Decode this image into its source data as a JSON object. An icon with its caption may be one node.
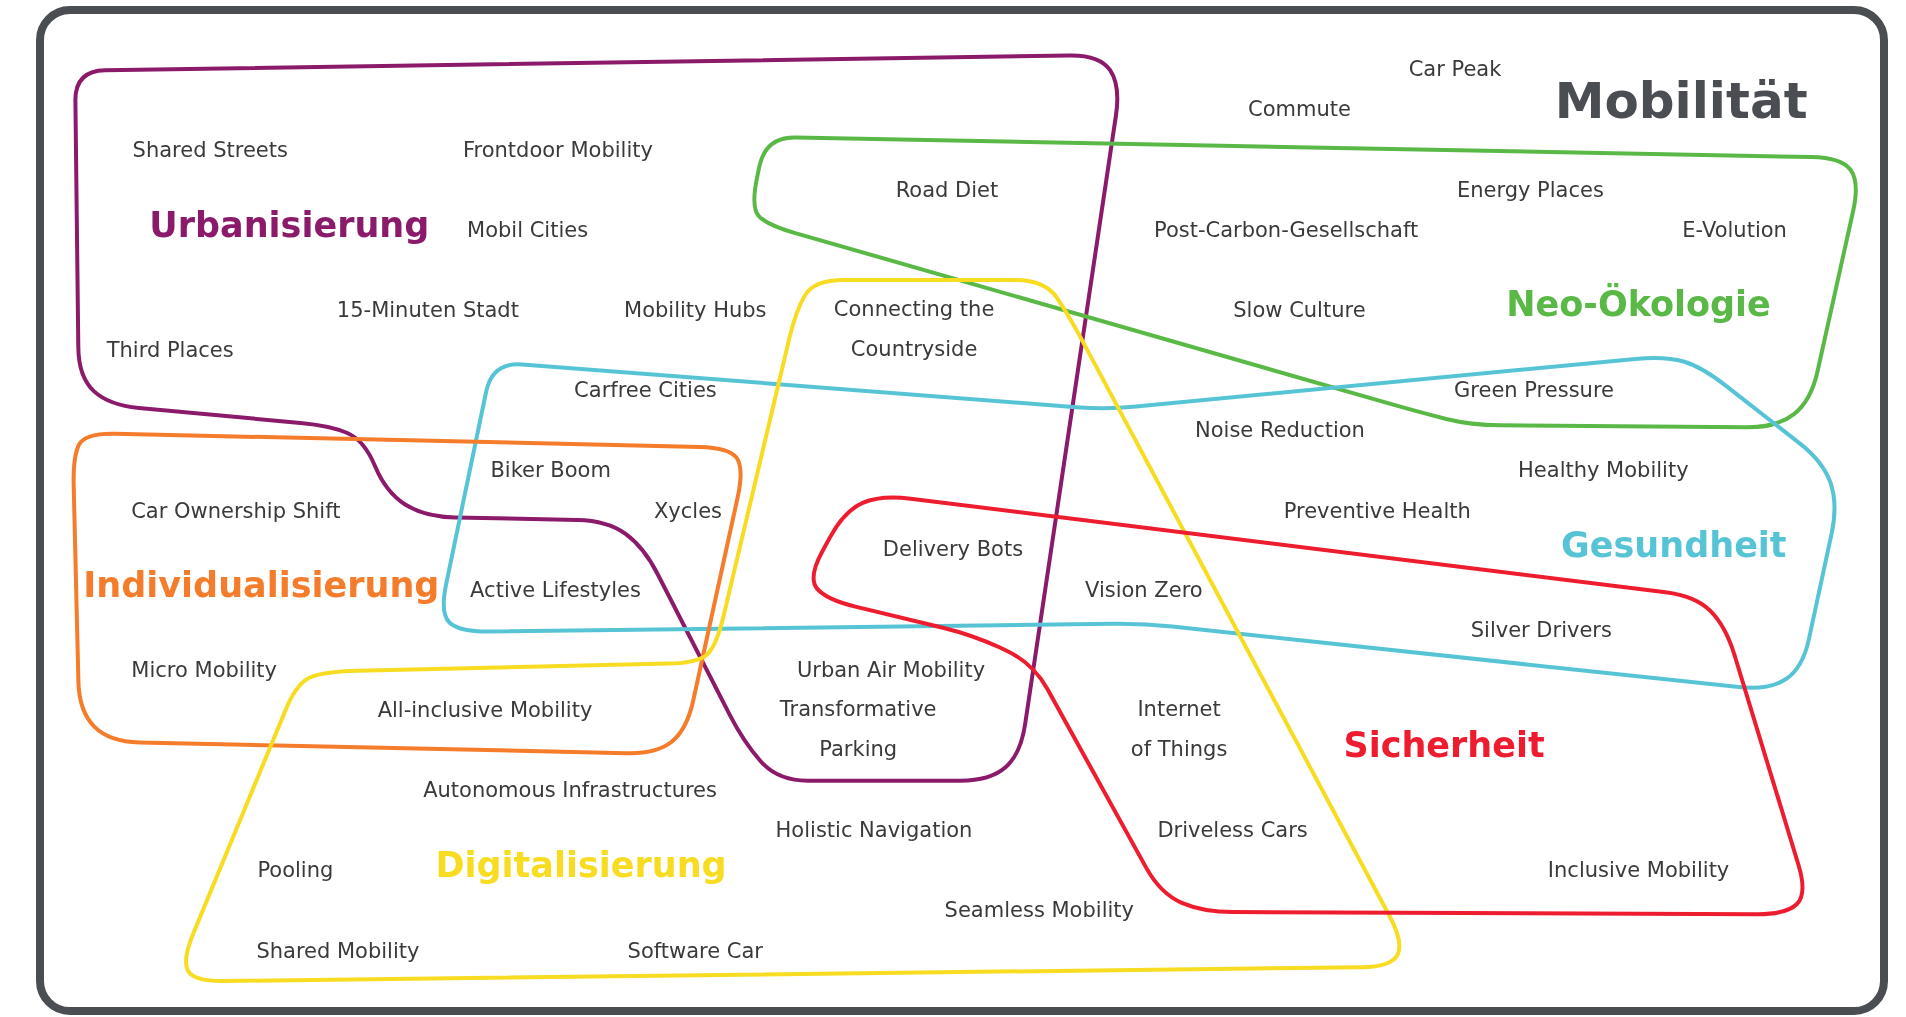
{
  "diagram": {
    "nodes": [
      {
        "text": [
          "Mobilität"
        ]
      },
      {
        "text": [
          "Urbanisierung"
        ],
        "in": 0
      },
      {
        "text": [
          "Neo-Ökologie"
        ],
        "in": 0
      },
      {
        "text": [
          "Gesundheit"
        ],
        "in": 0
      },
      {
        "text": [
          "Individualisierung"
        ],
        "in": 0
      },
      {
        "text": [
          "Digitalisierung"
        ],
        "in": 0
      },
      {
        "text": [
          "Sicherheit"
        ],
        "in": 0
      }
    ],
    "labels": [
      "Car Peak",
      "Commute",
      "Shared Streets",
      "Frontdoor Mobility",
      "Road Diet",
      "Energy Places",
      "Mobil Cities",
      "Post-Carbon-Gesellschaft",
      "E-Volution",
      "15-Minuten Stadt",
      "Mobility Hubs",
      "Connecting the Countryside",
      "Slow Culture",
      "Third Places",
      "Carfree Cities",
      "Green Pressure",
      "Noise Reduction",
      "Biker Boom",
      "Healthy Mobility",
      "Car Ownership Shift",
      "Xycles",
      "Preventive Health",
      "Delivery Bots",
      "Active Lifestyles",
      "Vision Zero",
      "Silver Drivers",
      "Micro Mobility",
      "Urban Air Mobility",
      "All-inclusive Mobility",
      "Transformative Parking",
      "Internet of Things",
      "Autonomous Infrastructures",
      "Holistic Navigation",
      "Driveless Cars",
      "Pooling",
      "Inclusive Mobility",
      "Seamless Mobility",
      "Shared Mobility",
      "Software Car"
    ]
  }
}
